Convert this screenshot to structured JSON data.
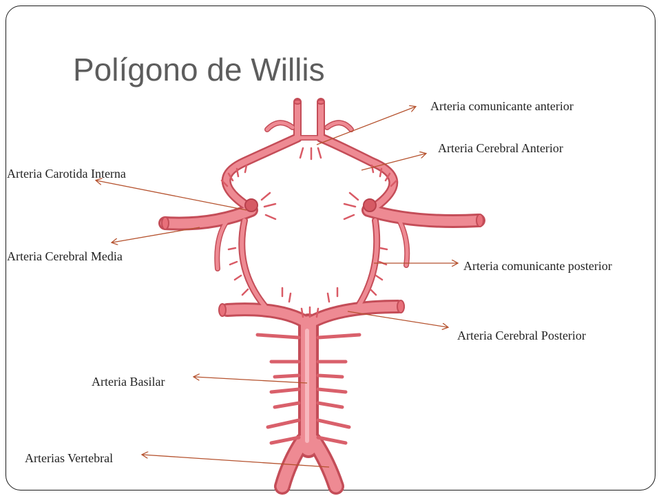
{
  "title": "Polígono de Willis",
  "labels": {
    "comunicante_anterior": "Arteria comunicante anterior",
    "cerebral_anterior": "Arteria Cerebral Anterior",
    "carotida_interna": "Arteria Carotida Interna",
    "cerebral_media": "Arteria Cerebral Media",
    "comunicante_posterior": "Arteria comunicante posterior",
    "cerebral_posterior": "Arteria Cerebral Posterior",
    "basilar": "Arteria Basilar",
    "vertebral": "Arterias Vertebral"
  },
  "colors": {
    "artery_fill": "#e8707a",
    "artery_dark": "#c9505c",
    "artery_light": "#f4a7ae",
    "arrow": "#b5522e",
    "title": "#5d5d5d"
  }
}
